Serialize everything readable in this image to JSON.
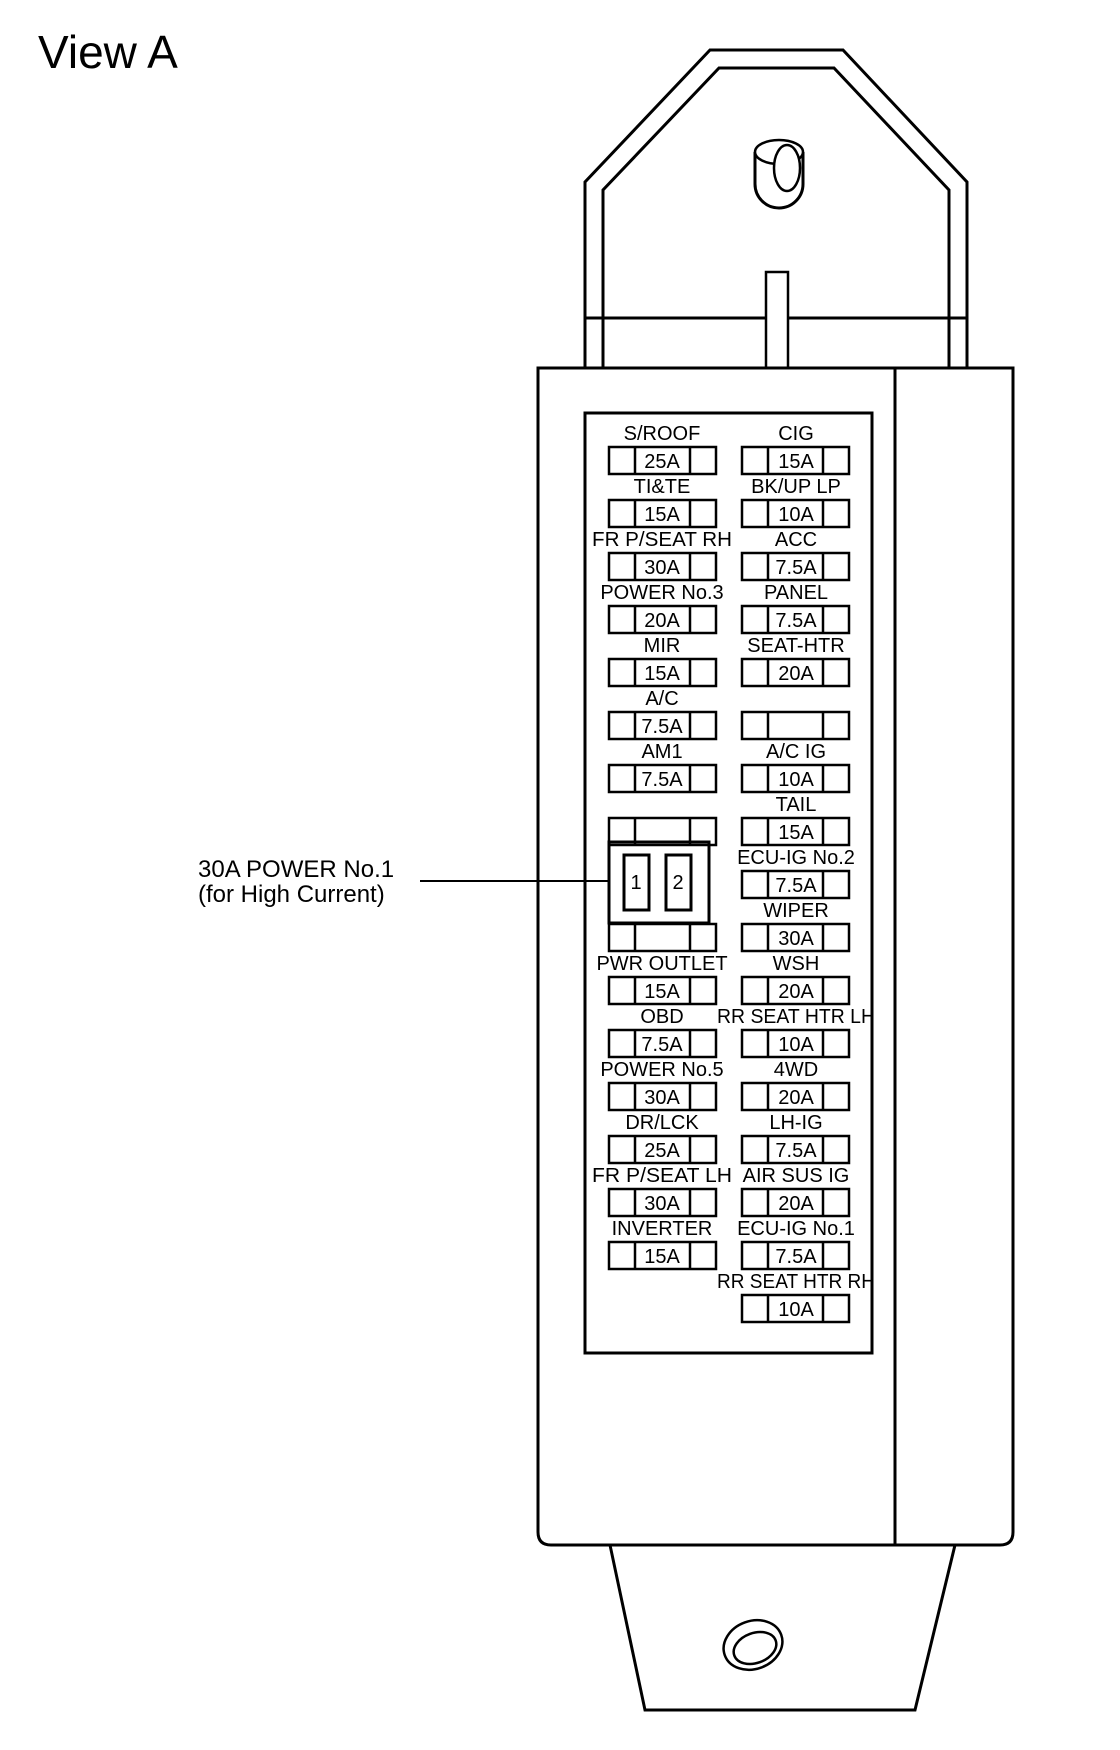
{
  "title": "View A",
  "callout": {
    "line1": "30A POWER No.1",
    "line2": "(for High Current)"
  },
  "relay": {
    "pin1": "1",
    "pin2": "2"
  },
  "left_fuses": [
    {
      "label": "S/ROOF",
      "amp": "25A"
    },
    {
      "label": "TI&TE",
      "amp": "15A"
    },
    {
      "label": "FR P/SEAT RH",
      "amp": "30A"
    },
    {
      "label": "POWER No.3",
      "amp": "20A"
    },
    {
      "label": "MIR",
      "amp": "15A"
    },
    {
      "label": "A/C",
      "amp": "7.5A"
    },
    {
      "label": "AM1",
      "amp": "7.5A"
    },
    {
      "label": "PWR OUTLET",
      "amp": "15A"
    },
    {
      "label": "OBD",
      "amp": "7.5A"
    },
    {
      "label": "POWER No.5",
      "amp": "30A"
    },
    {
      "label": "DR/LCK",
      "amp": "25A"
    },
    {
      "label": "FR P/SEAT LH",
      "amp": "30A"
    },
    {
      "label": "INVERTER",
      "amp": "15A"
    }
  ],
  "right_fuses": [
    {
      "label": "CIG",
      "amp": "15A"
    },
    {
      "label": "BK/UP LP",
      "amp": "10A"
    },
    {
      "label": "ACC",
      "amp": "7.5A"
    },
    {
      "label": "PANEL",
      "amp": "7.5A"
    },
    {
      "label": "SEAT-HTR",
      "amp": "20A"
    },
    {
      "label": "A/C IG",
      "amp": "10A"
    },
    {
      "label": "TAIL",
      "amp": "15A"
    },
    {
      "label": "ECU-IG No.2",
      "amp": "7.5A"
    },
    {
      "label": "WIPER",
      "amp": "30A"
    },
    {
      "label": "WSH",
      "amp": "20A"
    },
    {
      "label": "RR SEAT HTR LH",
      "amp": "10A"
    },
    {
      "label": "4WD",
      "amp": "20A"
    },
    {
      "label": "LH-IG",
      "amp": "7.5A"
    },
    {
      "label": "AIR SUS IG",
      "amp": "20A"
    },
    {
      "label": "ECU-IG No.1",
      "amp": "7.5A"
    },
    {
      "label": "RR SEAT HTR RH",
      "amp": "10A"
    }
  ]
}
